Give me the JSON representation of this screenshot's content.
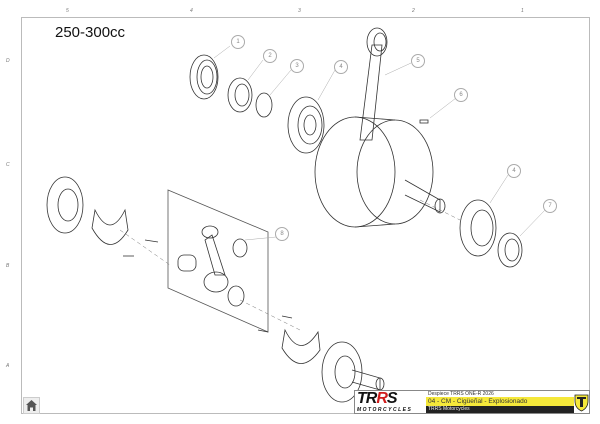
{
  "drawing": {
    "heading": "250-300cc",
    "column_labels": [
      "5",
      "4",
      "3",
      "2",
      "1"
    ],
    "row_labels": [
      "D",
      "C",
      "B",
      "A"
    ],
    "callouts": [
      "1",
      "2",
      "3",
      "4",
      "5",
      "6",
      "4",
      "7",
      "8"
    ]
  },
  "title_block": {
    "logo_text": "TRRS",
    "logo_subtext": "MOTORCYCLES",
    "line1": "Despiece TRRS ONE-R 2026",
    "line2": "04 - CM - Cigüeñal - Explosionado",
    "line3": "TRRS Motorcycles",
    "accent_color": "#f5e83a"
  },
  "nav": {
    "home_icon": "home-icon"
  }
}
